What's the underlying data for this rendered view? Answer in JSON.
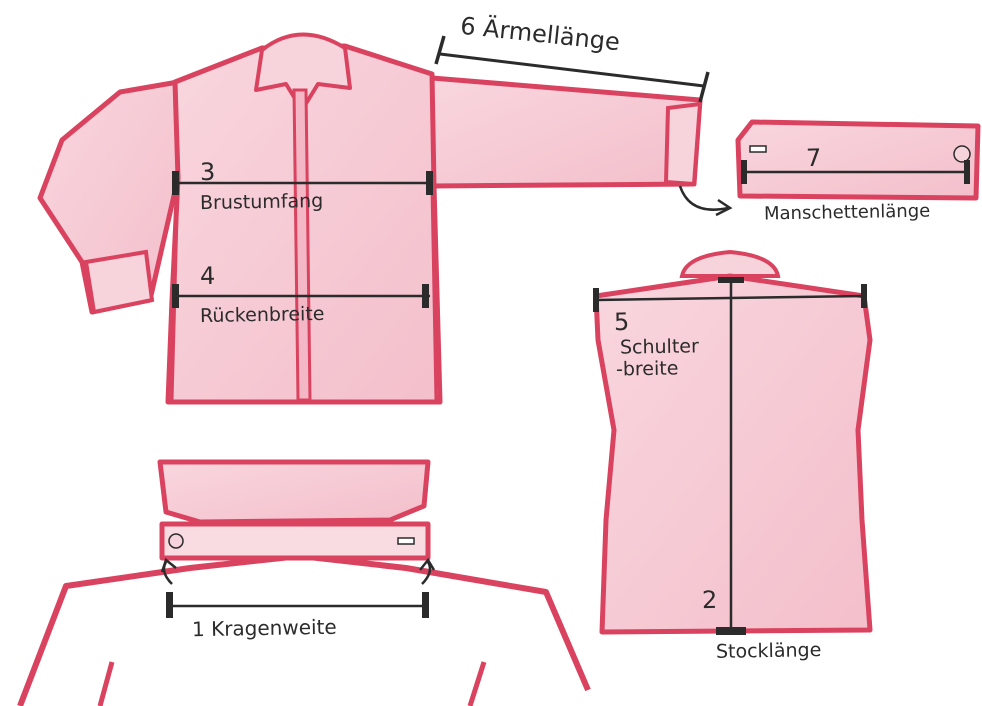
{
  "labels": {
    "kragenweite": "1 Kragenweite",
    "stocklaenge_num": "2",
    "stocklaenge": "Stocklänge",
    "brustumfang_num": "3",
    "brustumfang": "Brustumfang",
    "rueckenbreite_num": "4",
    "rueckenbreite": "Rückenbreite",
    "schulterbreite_num": "5",
    "schulter": "Schulter",
    "breite": "-breite",
    "aermellaenge": "6 Ärmellänge",
    "manschettenlaenge_num": "7",
    "manschettenlaenge": "Manschettenlänge"
  },
  "colors": {
    "shirt_fill": "#f6c9d3",
    "shirt_edge": "#d9435f",
    "ink": "#2b2b2b",
    "background": "#ffffff"
  }
}
